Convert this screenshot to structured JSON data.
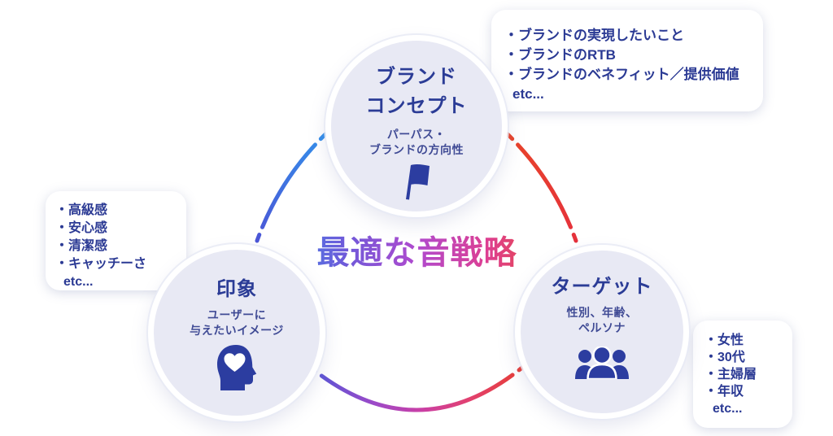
{
  "diagram": {
    "center_title": "最適な音戦略",
    "title_gradient": [
      "#3f85e8",
      "#7059d9",
      "#b04ace",
      "#dd3f92",
      "#ea4a2e"
    ],
    "text_color": "#2b3a94",
    "icon_color": "#2c3da0",
    "node_fill": "#e8e9f4",
    "ring_colors": {
      "arc_left_blue_top": "#3490ea",
      "arc_left_blue_bottom": "#4b55d6",
      "arc_right_red_top": "#e8442a",
      "arc_right_red_bottom": "#e5313c",
      "arc_bottom_stops": [
        "#5156d7",
        "#9c4ac8",
        "#c93fa6",
        "#e2416f",
        "#e73d33"
      ]
    },
    "nodes": [
      {
        "id": "brand-concept",
        "title_line1": "ブランド",
        "title_line2": "コンセプト",
        "subtitle_line1": "パーパス・",
        "subtitle_line2": "ブランドの方向性",
        "icon": "flag-icon"
      },
      {
        "id": "impression",
        "title_line1": "印象",
        "subtitle_line1": "ユーザーに",
        "subtitle_line2": "与えたいイメージ",
        "icon": "head-heart-icon"
      },
      {
        "id": "target",
        "title_line1": "ターゲット",
        "subtitle_line1": "性別、年齢、",
        "subtitle_line2": "ペルソナ",
        "icon": "people-group-icon"
      }
    ],
    "callouts": [
      {
        "id": "brand-concept-details",
        "items": [
          "・ブランドの実現したいこと",
          "・ブランドのRTB",
          "・ブランドのベネフィット／提供価値"
        ],
        "etc": "etc..."
      },
      {
        "id": "impression-details",
        "items": [
          "・高級感",
          "・安心感",
          "・清潔感",
          "・キャッチーさ"
        ],
        "etc": "etc..."
      },
      {
        "id": "target-details",
        "items": [
          "・女性",
          "・30代",
          "・主婦層",
          "・年収"
        ],
        "etc": "etc..."
      }
    ]
  }
}
